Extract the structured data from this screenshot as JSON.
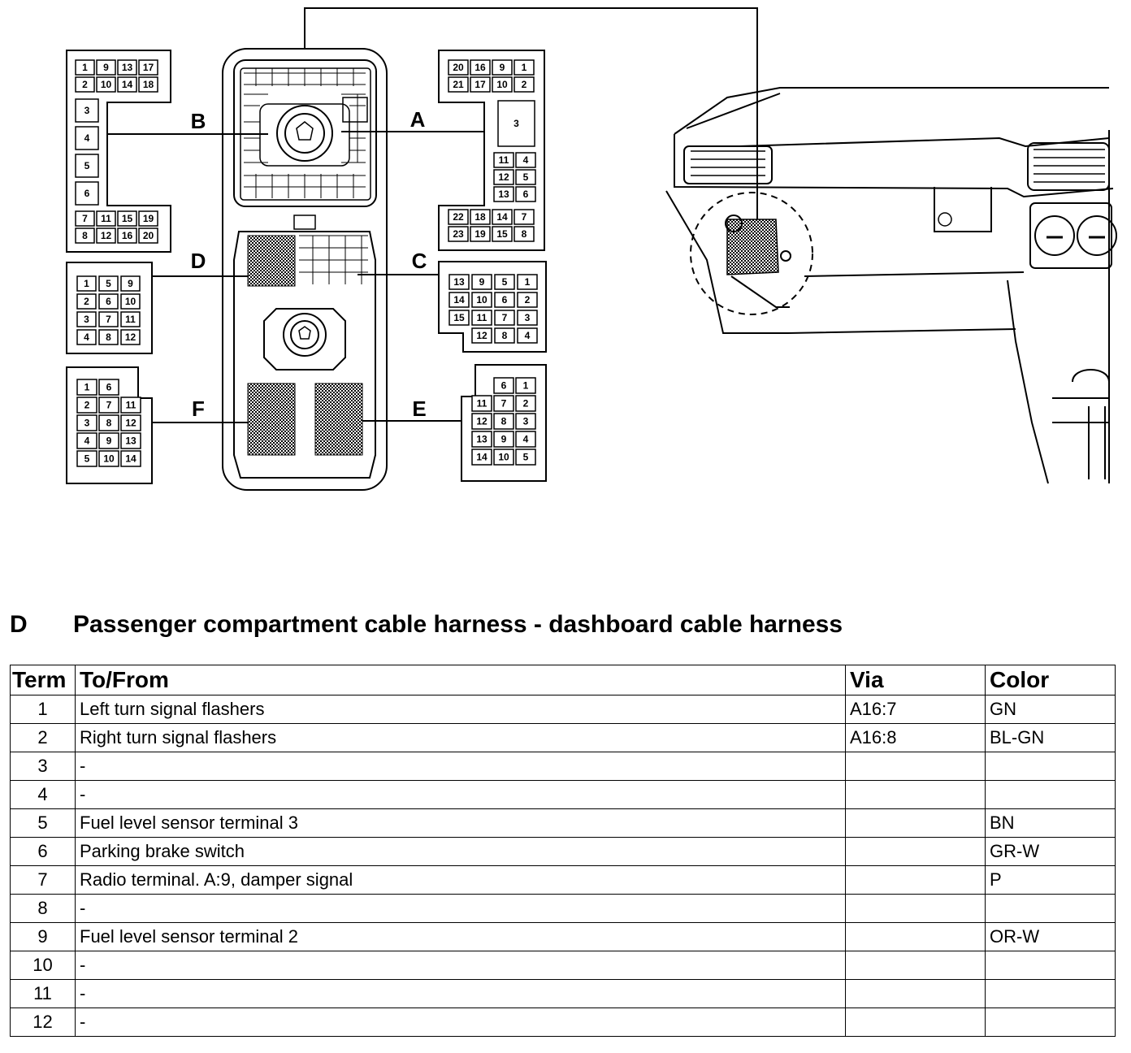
{
  "diagram": {
    "connector_labels": [
      "A",
      "B",
      "C",
      "D",
      "E",
      "F"
    ],
    "connector_B": {
      "top_rows": [
        [
          "1",
          "9",
          "13",
          "17"
        ],
        [
          "2",
          "10",
          "14",
          "18"
        ]
      ],
      "middle": [
        "3",
        "4",
        "5",
        "6"
      ],
      "bottom_rows": [
        [
          "7",
          "11",
          "15",
          "19"
        ],
        [
          "8",
          "12",
          "16",
          "20"
        ]
      ]
    },
    "connector_A": {
      "top_rows": [
        [
          "20",
          "16",
          "9",
          "1"
        ],
        [
          "21",
          "17",
          "10",
          "2"
        ]
      ],
      "block": "3",
      "middle_rows": [
        [
          "11",
          "4"
        ],
        [
          "12",
          "5"
        ],
        [
          "13",
          "6"
        ]
      ],
      "bottom_rows": [
        [
          "22",
          "18",
          "14",
          "7"
        ],
        [
          "23",
          "19",
          "15",
          "8"
        ]
      ]
    },
    "connector_D": [
      [
        "1",
        "5",
        "9"
      ],
      [
        "2",
        "6",
        "10"
      ],
      [
        "3",
        "7",
        "11"
      ],
      [
        "4",
        "8",
        "12"
      ]
    ],
    "connector_C": [
      [
        "13",
        "9",
        "5",
        "1"
      ],
      [
        "14",
        "10",
        "6",
        "2"
      ],
      [
        "15",
        "11",
        "7",
        "3"
      ],
      [
        "",
        "12",
        "8",
        "4"
      ]
    ],
    "connector_F": [
      [
        "1",
        "6",
        ""
      ],
      [
        "2",
        "7",
        "11"
      ],
      [
        "3",
        "8",
        "12"
      ],
      [
        "4",
        "9",
        "13"
      ],
      [
        "5",
        "10",
        "14"
      ]
    ],
    "connector_E": [
      [
        "",
        "6",
        "1"
      ],
      [
        "11",
        "7",
        "2"
      ],
      [
        "12",
        "8",
        "3"
      ],
      [
        "13",
        "9",
        "4"
      ],
      [
        "14",
        "10",
        "5"
      ]
    ]
  },
  "section": {
    "letter": "D",
    "title": "Passenger compartment cable harness - dashboard cable harness"
  },
  "table": {
    "headers": {
      "term": "Term",
      "tofrom": "To/From",
      "via": "Via",
      "color": "Color"
    },
    "rows": [
      {
        "term": "1",
        "tofrom": "Left turn signal flashers",
        "via": "A16:7",
        "color": "GN"
      },
      {
        "term": "2",
        "tofrom": "Right turn signal flashers",
        "via": "A16:8",
        "color": "BL-GN"
      },
      {
        "term": "3",
        "tofrom": "-",
        "via": "",
        "color": ""
      },
      {
        "term": "4",
        "tofrom": "-",
        "via": "",
        "color": ""
      },
      {
        "term": "5",
        "tofrom": "Fuel level sensor terminal 3",
        "via": "",
        "color": "BN"
      },
      {
        "term": "6",
        "tofrom": "Parking brake switch",
        "via": "",
        "color": "GR-W"
      },
      {
        "term": "7",
        "tofrom": "Radio terminal. A:9, damper signal",
        "via": "",
        "color": "P"
      },
      {
        "term": "8",
        "tofrom": "-",
        "via": "",
        "color": ""
      },
      {
        "term": "9",
        "tofrom": "Fuel level sensor terminal 2",
        "via": "",
        "color": "OR-W"
      },
      {
        "term": "10",
        "tofrom": "-",
        "via": "",
        "color": ""
      },
      {
        "term": "11",
        "tofrom": "-",
        "via": "",
        "color": ""
      },
      {
        "term": "12",
        "tofrom": "-",
        "via": "",
        "color": ""
      }
    ]
  }
}
